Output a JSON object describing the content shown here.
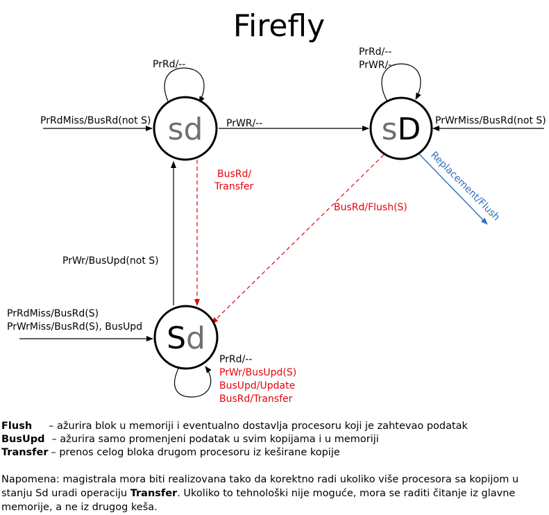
{
  "title": "Firefly",
  "states": {
    "sd": {
      "part1": "sd",
      "part2": ""
    },
    "sD": {
      "part1": "s",
      "part2": "D"
    },
    "Sd": {
      "part1": "S",
      "part2": "d"
    }
  },
  "transitions": {
    "sd_self": "PrRd/--",
    "sD_self": [
      "PrRd/--",
      "PrWR/--"
    ],
    "sd_entry": "PrRdMiss/BusRd(not S)",
    "sD_entry": "PrWrMiss/BusRd(not S)",
    "sd_to_sD": "PrWR/--",
    "sd_to_Sd": [
      "BusRd/",
      "Transfer"
    ],
    "sD_to_Sd": "BusRd/Flush(S)",
    "sD_exit": "Replacement/Flush",
    "Sd_to_sd": "PrWr/BusUpd(not S)",
    "Sd_entry": [
      "PrRdMiss/BusRd(S)",
      "PrWrMiss/BusRd(S), BusUpd"
    ],
    "Sd_self_black": "PrRd/--",
    "Sd_self_red": [
      "PrWr/BusUpd(S)",
      "BusUpd/Update",
      "BusRd/Transfer"
    ]
  },
  "legend": [
    {
      "term": "Flush",
      "desc": "– ažurira blok u memoriji i eventualno dostavlja procesoru koji je zahtevao podatak"
    },
    {
      "term": "BusUpd",
      "desc": "– ažurira samo promenjeni podatak u svim kopijama i u memoriji"
    },
    {
      "term": "Transfer",
      "desc": "– prenos celog bloka drugom procesoru iz keširane kopije"
    }
  ],
  "note": {
    "before": "Napomena: magistrala mora biti realizovana tako da korektno radi ukoliko više procesora sa kopijom u stanju Sd uradi operaciju ",
    "bold": "Transfer",
    "after": ". Ukoliko to tehnološki nije moguće, mora se raditi čitanje iz glavne memorije, a ne iz drugog keša."
  },
  "colors": {
    "black": "#000000",
    "red": "#e8000b",
    "blue": "#2f6fbd",
    "gray": "#707070"
  }
}
